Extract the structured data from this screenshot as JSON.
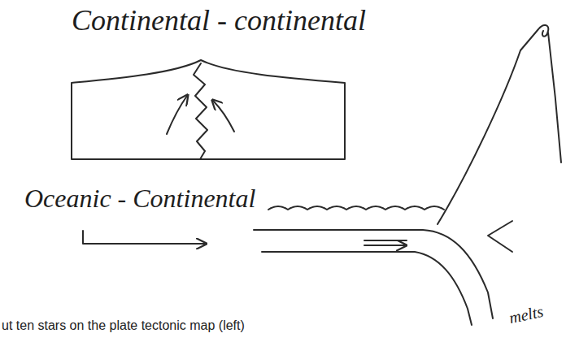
{
  "diagram": {
    "labels": [
      "Continental - continental",
      "Oceanic - Continental",
      "melts",
      "ut ten stars on the plate tectonic map (left)"
    ]
  }
}
